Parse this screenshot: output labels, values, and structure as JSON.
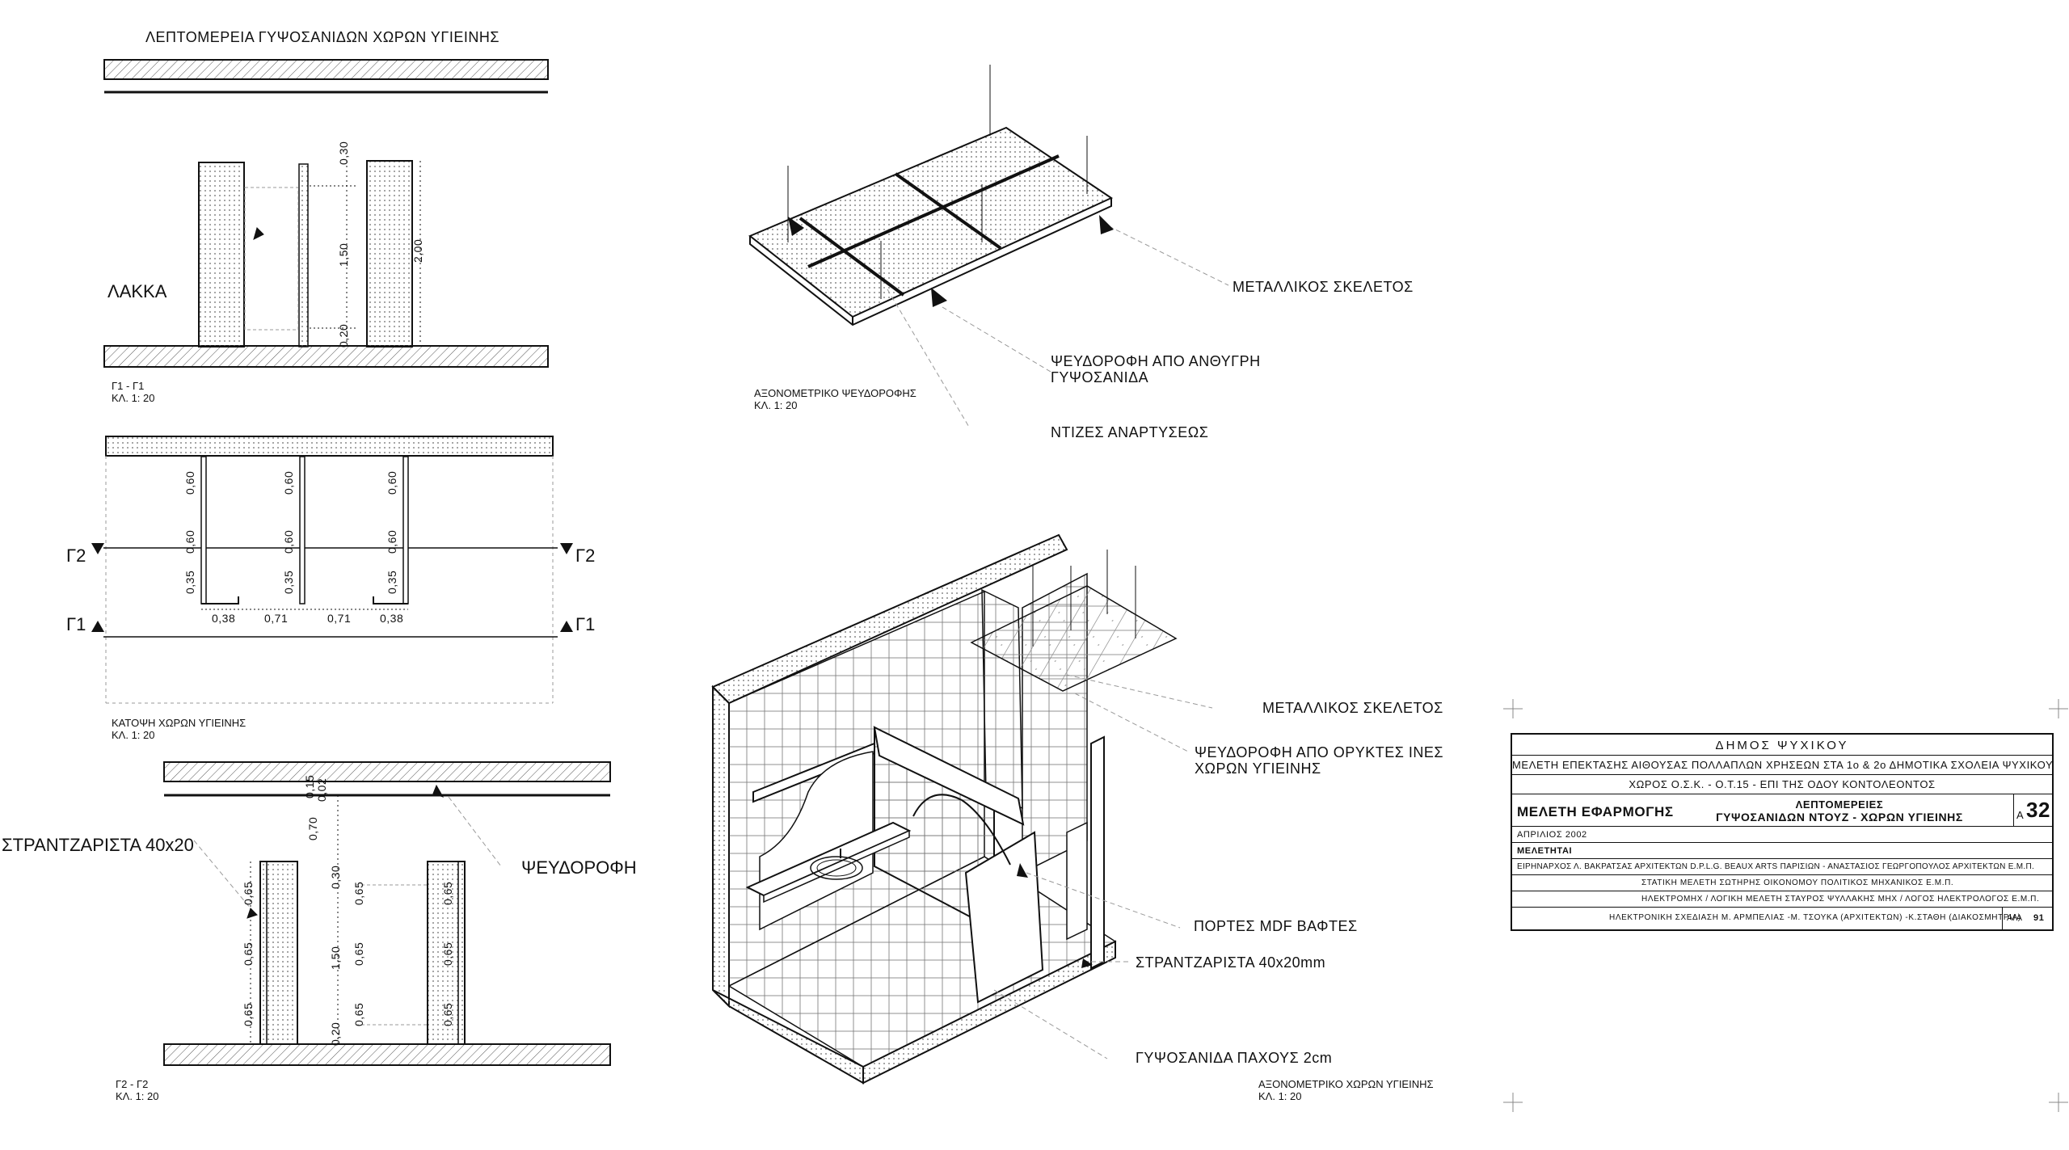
{
  "drawing": {
    "top_title": "ΛΕΠΤΟΜΕΡΕΙΑ ΓΥΨΟΣΑΝΙΔΩΝ ΧΩΡΩΝ ΥΓΙΕΙΝΗΣ",
    "section1": {
      "label_lakka": "ΛΑΚΚΑ",
      "caption_line1": "Γ1 - Γ1",
      "caption_line2": "ΚΛ. 1: 20",
      "dims": {
        "d030": "0,30",
        "d150": "1,50",
        "d020": "0,20",
        "d200": "2,00"
      }
    },
    "plan": {
      "caption_line1": "ΚΑΤΟΨΗ ΧΩΡΩΝ ΥΓΙΕΙΝΗΣ",
      "caption_line2": "ΚΛ. 1: 20",
      "g2": "Γ2",
      "g1": "Γ1",
      "dims": {
        "d060": "0,60",
        "d035": "0,35",
        "d038": "0,38",
        "d071": "0,71"
      }
    },
    "section2": {
      "label_strantzarista": "ΣΤΡΑΝΤΖΑΡΙΣΤΑ 40x20",
      "label_psevdorofi": "ΨΕΥΔΟΡΟΦΗ",
      "caption_line1": "Γ2 - Γ2",
      "caption_line2": "ΚΛ. 1: 20",
      "dims": {
        "d015": "0,15",
        "d002": "0,02",
        "d070": "0,70",
        "d065": "0,65",
        "d030": "0,30",
        "d150": "1,50",
        "d020": "0,20"
      }
    },
    "axo_ceiling": {
      "caption_line1": "ΑΞΟΝΟΜΕΤΡΙΚΟ ΨΕΥΔΟΡΟΦΗΣ",
      "caption_line2": "ΚΛ. 1: 20",
      "label_skeletos": "ΜΕΤΑΛΛΙΚΟΣ ΣΚΕΛΕΤΟΣ",
      "label_psevdorofi_line1": "ΨΕΥΔΟΡΟΦΗ ΑΠΟ ΑΝΘΥΓΡΗ",
      "label_psevdorofi_line2": "ΓΥΨΟΣΑΝΙΔΑ",
      "label_ntizes": "ΝΤΙΖΕΣ ΑΝΑΡΤΥΣΕΩΣ"
    },
    "axo_room": {
      "caption_line1": "ΑΞΟΝΟΜΕΤΡΙΚΟ ΧΩΡΩΝ ΥΓΙΕΙΝΗΣ",
      "caption_line2": "ΚΛ. 1: 20",
      "label_skeletos": "ΜΕΤΑΛΛΙΚΟΣ ΣΚΕΛΕΤΟΣ",
      "label_psevdorofi_line1": "ΨΕΥΔΟΡΟΦΗ ΑΠΟ ΟΡΥΚΤΕΣ ΙΝΕΣ",
      "label_psevdorofi_line2": "ΧΩΡΩΝ ΥΓΙΕΙΝΗΣ",
      "label_portes": "ΠΟΡΤΕΣ MDF ΒΑΦΤΕΣ",
      "label_strantzarista": "ΣΤΡΑΝΤΖΑΡΙΣΤΑ 40x20mm",
      "label_gypsosanida": "ΓΥΨΟΣΑΝΙΔΑ ΠΑΧΟΥΣ 2cm"
    }
  },
  "title_block": {
    "municipality": "ΔΗΜΟΣ ΨΥΧΙΚΟΥ",
    "project": "ΜΕΛΕΤΗ ΕΠΕΚΤΑΣΗΣ ΑΙΘΟΥΣΑΣ ΠΟΛΛΑΠΛΩΝ ΧΡΗΣΕΩΝ ΣΤΑ 1ο & 2ο ΔΗΜΟΤΙΚΑ ΣΧΟΛΕΙΑ ΨΥΧΙΚΟΥ",
    "location": "ΧΩΡΟΣ Ο.Σ.Κ.  -  Ο.Τ.15  -  ΕΠΙ ΤΗΣ ΟΔΟΥ ΚΟΝΤΟΛΕΟΝΤΟΣ",
    "study_type": "ΜΕΛΕΤΗ  ΕΦΑΡΜΟΓΗΣ",
    "subject_line1": "ΛΕΠΤΟΜΕΡΕΙΕΣ",
    "subject_line2": "ΓΥΨΟΣΑΝΙΔΩΝ ΝΤΟΥΖ - ΧΩΡΩΝ ΥΓΙΕΙΝΗΣ",
    "sheet_prefix": "Α",
    "sheet_number": "32",
    "date": "ΑΠΡΙΛΙΟΣ 2002",
    "designers_header": "ΜΕΛΕΤΗΤΑΙ",
    "designers_line1": "ΕΙΡΗΝΑΡΧΟΣ Λ. ΒΑΚΡΑΤΣΑΣ  ΑΡΧΙΤΕΚΤΩΝ  D.P.L.G. BEAUX ARTS ΠΑΡΙΣΙΩΝ  -  ΑΝΑΣΤΑΣΙΟΣ ΓΕΩΡΓΟΠΟΥΛΟΣ  ΑΡΧΙΤΕΚΤΩΝ  Ε.Μ.Π.",
    "designers_line2": "ΣΤΑΤΙΚΗ ΜΕΛΕΤΗ      ΣΩΤΗΡΗΣ ΟΙΚΟΝΟΜΟΥ   ΠΟΛΙΤΙΚΟΣ  ΜΗΧΑΝΙΚΟΣ  Ε.Μ.Π.",
    "designers_line3": "ΗΛΕΚΤΡΟΜΗΧ / ΛΟΓΙΚΗ ΜΕΛΕΤΗ  ΣΤΑΥΡΟΣ ΨΥΛΛΑΚΗΣ  ΜΗΧ / ΛΟΓΟΣ  ΗΛΕΚΤΡΟΛΟΓΟΣ  Ε.Μ.Π.",
    "designers_line4": "ΗΛΕΚΤΡΟΝΙΚΗ ΣΧΕΔΙΑΣΗ Μ. ΑΡΜΠΕΛΙΑΣ -Μ. ΤΣΟΥΚΑ (ΑΡΧΙΤΕΚΤΩΝ) -Κ.ΣΤΑΘΗ (ΔΙΑΚΟΣΜΗΤΡΙΑ)",
    "aa_label": "Α/Α",
    "aa_number": "91"
  }
}
